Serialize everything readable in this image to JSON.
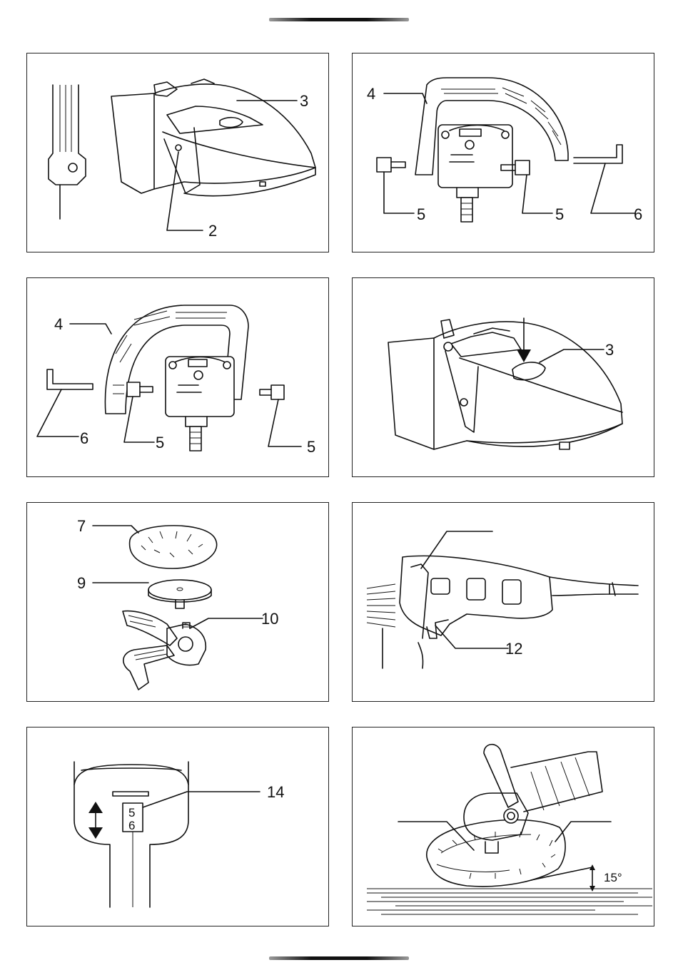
{
  "page": {
    "background": "#ffffff",
    "line_color": "#111111"
  },
  "figures": [
    {
      "id": "fig1",
      "labels": [
        "3",
        "2"
      ]
    },
    {
      "id": "fig2",
      "labels": [
        "4",
        "5",
        "5",
        "6"
      ]
    },
    {
      "id": "fig3",
      "labels": [
        "4",
        "6",
        "5",
        "5"
      ]
    },
    {
      "id": "fig4",
      "labels": [
        "3"
      ]
    },
    {
      "id": "fig5",
      "labels": [
        "7",
        "9",
        "10"
      ]
    },
    {
      "id": "fig6",
      "labels": [
        "12"
      ]
    },
    {
      "id": "fig7",
      "labels": [
        "14"
      ],
      "dial_numbers": [
        "5",
        "6"
      ]
    },
    {
      "id": "fig8",
      "angle": "15°"
    }
  ]
}
